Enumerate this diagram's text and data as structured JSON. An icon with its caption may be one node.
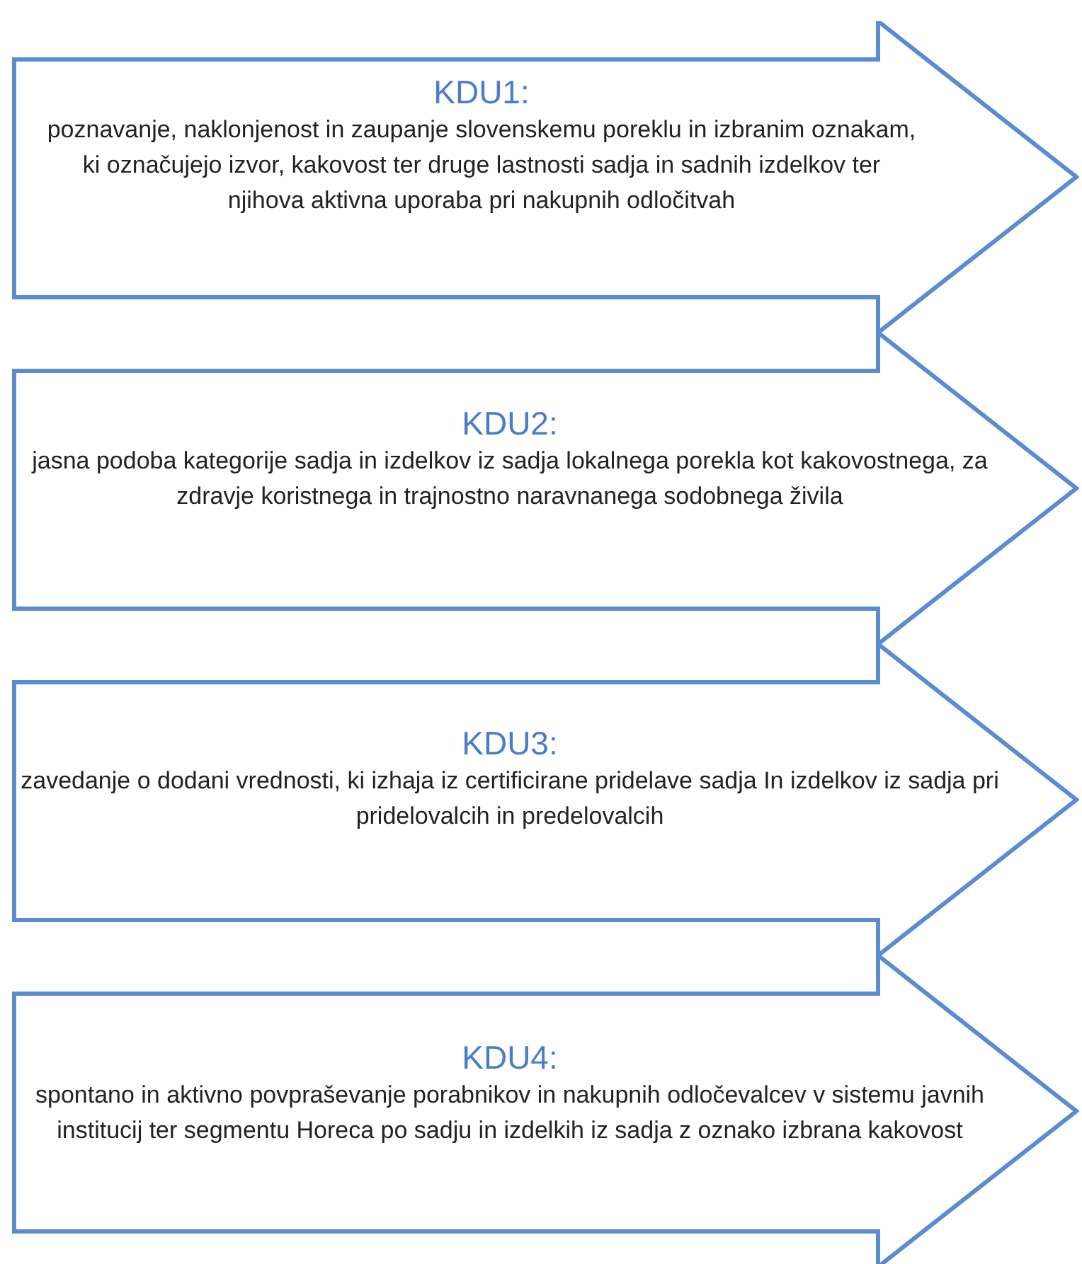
{
  "diagram": {
    "nodes": [
      {
        "text": [
          "KDU1:",
          "poznavanje, naklonjenost in zaupanje slovenskemu poreklu in izbranim oznakam, ki označujejo izvor, kakovost ter druge lastnosti sadja in sadnih izdelkov ter njihova aktivna uporaba pri nakupnih odločitvah"
        ]
      },
      {
        "text": [
          "KDU2:",
          "jasna podoba kategorije sadja in izdelkov iz sadja lokalnega porekla kot kakovostnega, za zdravje koristnega in trajnostno naravnanega sodobnega živila"
        ]
      },
      {
        "text": [
          "KDU3:",
          "zavedanje o dodani vrednosti, ki izhaja iz certificirane pridelave sadja In izdelkov iz sadja pri pridelovalcih in predelovalcih"
        ]
      },
      {
        "text": [
          "KDU4:",
          "spontano in aktivno povpraševanje porabnikov in nakupnih odločevalcev v sistemu javnih institucij ter segmentu Horeca po sadju in izdelkih iz sadja z oznako izbrana kakovost"
        ]
      }
    ],
    "edges": []
  }
}
